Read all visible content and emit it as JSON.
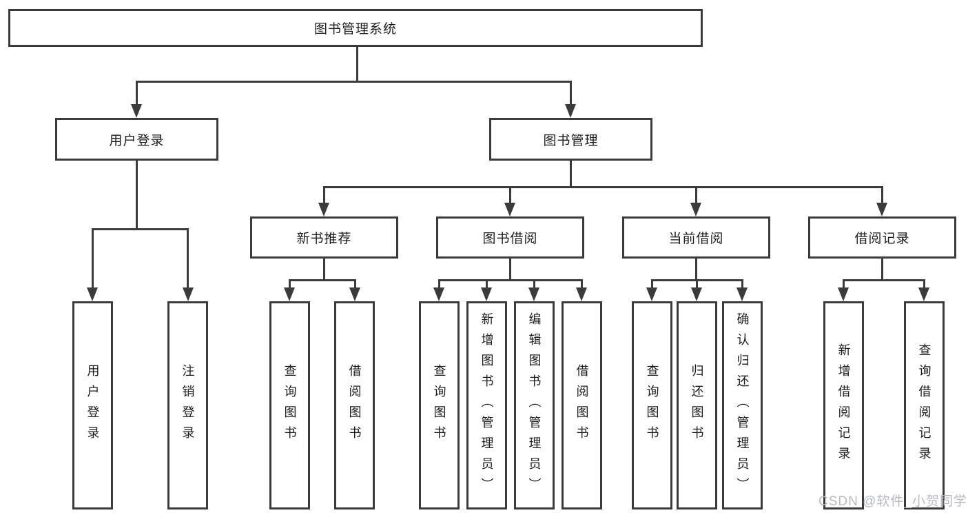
{
  "diagram_title": "图书管理系统",
  "nodes": {
    "root": "图书管理系统",
    "l2": [
      "用户登录",
      "图书管理"
    ],
    "l3": [
      "新书推荐",
      "图书借阅",
      "当前借阅",
      "借阅记录"
    ],
    "g1": [
      "用户登录",
      "注销登录"
    ],
    "g2": [
      "查询图书",
      "借阅图书"
    ],
    "g3": [
      "查询图书",
      "新增图书（管理员）",
      "编辑图书（管理员）",
      "借阅图书"
    ],
    "g4": [
      "查询图书",
      "归还图书",
      "确认归还（管理员）"
    ],
    "g5": [
      "新增借阅记录",
      "查询借阅记录"
    ]
  },
  "watermark": "CSDN @软件_小贺同学",
  "colors": {
    "line": "#3b3b3b",
    "text": "#1c1c1c",
    "watermark": "#b7bbc0",
    "background": "#ffffff"
  }
}
